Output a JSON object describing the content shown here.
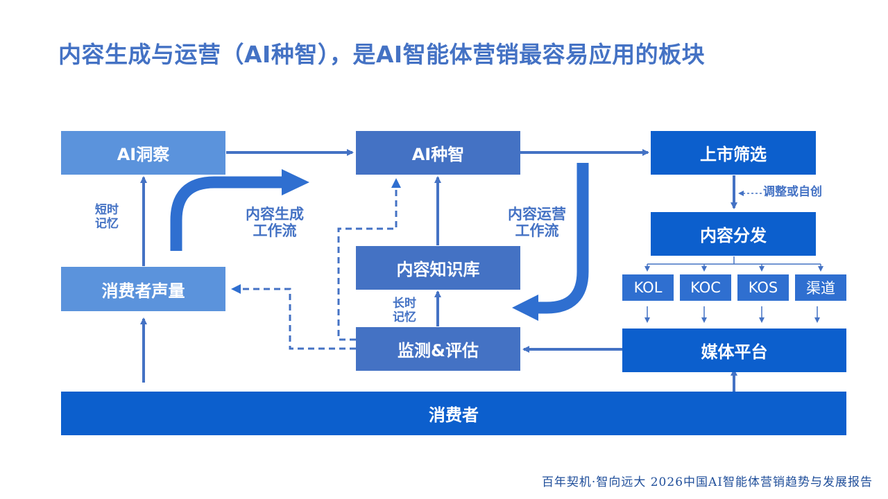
{
  "title": "内容生成与运营（AI种智），是AI智能体营销最容易应用的板块",
  "nodes": {
    "ai_insight": "AI洞察",
    "consumer_voice": "消费者声量",
    "ai_seeding": "AI种智",
    "content_kb": "内容知识库",
    "monitoring": "监测&评估",
    "launch_screening": "上市筛选",
    "content_distribution": "内容分发",
    "media_platform": "媒体平台",
    "consumer": "消费者"
  },
  "channels": [
    "KOL",
    "KOC",
    "KOS",
    "渠道"
  ],
  "labels": {
    "short_memory": "短时\n记忆",
    "long_memory": "长时\n记忆",
    "content_gen_workflow": "内容生成\n工作流",
    "content_ops_workflow": "内容运营\n工作流",
    "adjust_or_create": "调整或自创"
  },
  "footer": "百年契机·智向远大  2026中国AI智能体营销趋势与发展报告",
  "colors": {
    "title": "#4472c4",
    "light_box": "#5b93dc",
    "mid_box": "#4472c4",
    "dark_box": "#0c5fcd",
    "arrow": "#4472c4"
  }
}
